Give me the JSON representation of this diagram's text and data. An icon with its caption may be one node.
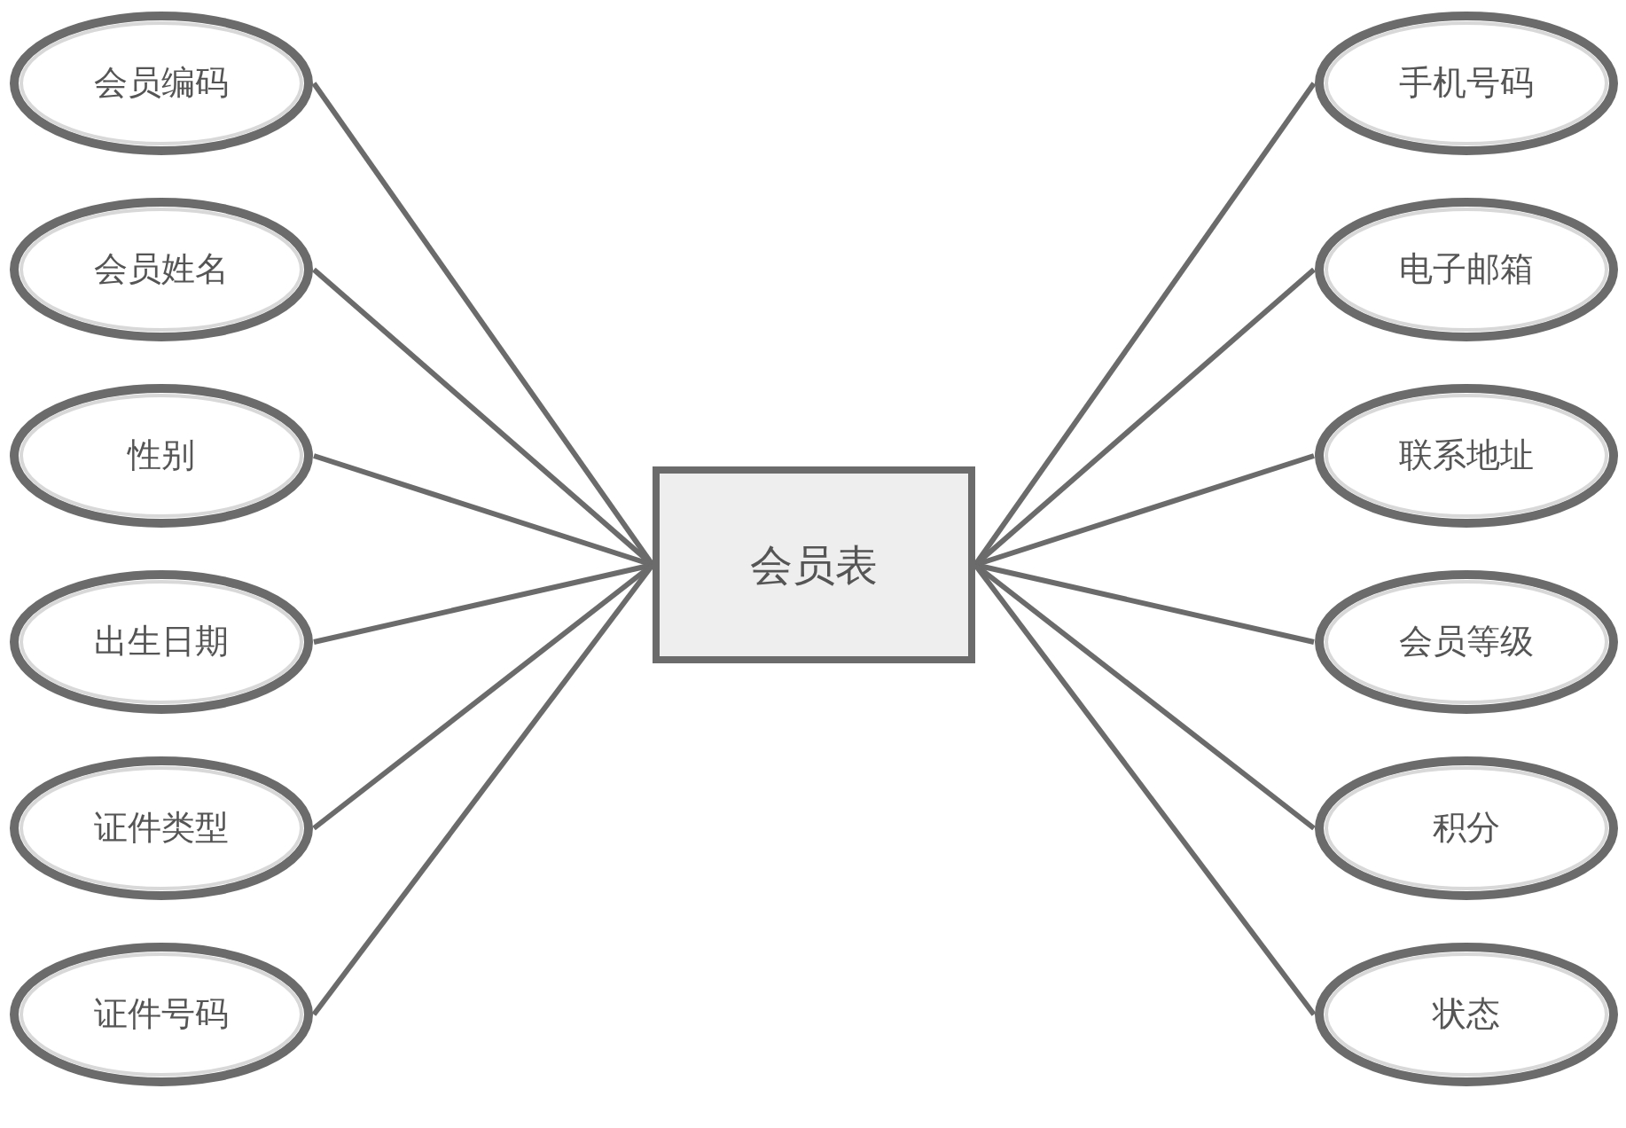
{
  "diagram": {
    "nodes": [
      {
        "text": [
          "会员编码"
        ]
      },
      {
        "text": [
          "会员姓名"
        ]
      },
      {
        "text": [
          "性别"
        ]
      },
      {
        "text": [
          "出生日期"
        ]
      },
      {
        "text": [
          "证件类型"
        ]
      },
      {
        "text": [
          "证件号码"
        ]
      },
      {
        "text": [
          "会员表"
        ]
      },
      {
        "text": [
          "手机号码"
        ]
      },
      {
        "text": [
          "电子邮箱"
        ]
      },
      {
        "text": [
          "联系地址"
        ]
      },
      {
        "text": [
          "会员等级"
        ]
      },
      {
        "text": [
          "积分"
        ]
      },
      {
        "text": [
          "状态"
        ]
      }
    ],
    "edges": [
      {
        "from": 6,
        "to": 0,
        "arrow": "none"
      },
      {
        "from": 6,
        "to": 1,
        "arrow": "none"
      },
      {
        "from": 6,
        "to": 2,
        "arrow": "none"
      },
      {
        "from": 6,
        "to": 3,
        "arrow": "none"
      },
      {
        "from": 6,
        "to": 4,
        "arrow": "none"
      },
      {
        "from": 6,
        "to": 5,
        "arrow": "none"
      },
      {
        "from": 6,
        "to": 7,
        "arrow": "none"
      },
      {
        "from": 6,
        "to": 8,
        "arrow": "none"
      },
      {
        "from": 6,
        "to": 9,
        "arrow": "none"
      },
      {
        "from": 6,
        "to": 10,
        "arrow": "none"
      },
      {
        "from": 6,
        "to": 11,
        "arrow": "none"
      },
      {
        "from": 6,
        "to": 12,
        "arrow": "none"
      }
    ]
  }
}
